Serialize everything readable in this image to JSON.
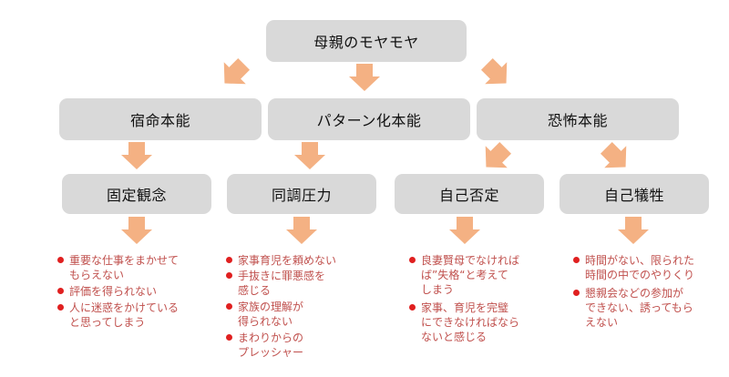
{
  "title": "母親のモヤモヤ",
  "instincts": [
    {
      "label": "宿命本能"
    },
    {
      "label": "パターン化本能"
    },
    {
      "label": "恐怖本能"
    }
  ],
  "effects": [
    {
      "label": "固定観念",
      "items": [
        "重要な仕事をまかせて\nもらえない",
        "評価を得られない",
        "人に迷惑をかけている\nと思ってしまう"
      ]
    },
    {
      "label": "同調圧力",
      "items": [
        "家事育児を頼めない",
        "手抜きに罪悪感を\n感じる",
        "家族の理解が\n得られない",
        "まわりからの\nプレッシャー"
      ]
    },
    {
      "label": "自己否定",
      "items": [
        "良妻賢母でなければ\nば”失格“と考えて\nしまう",
        "家事、育児を完璧\nにできなければなら\nないと感じる"
      ]
    },
    {
      "label": "自己犠牲",
      "items": [
        "時間がない、限られた\n時間の中でのやりくり",
        "懇親会などの参加が\nできない、誘ってもら\nえない"
      ]
    }
  ],
  "colors": {
    "arrow": "#f4b183",
    "box": "#d9d9d9",
    "bullet": "#e02020",
    "list_text": "#c0504d"
  }
}
